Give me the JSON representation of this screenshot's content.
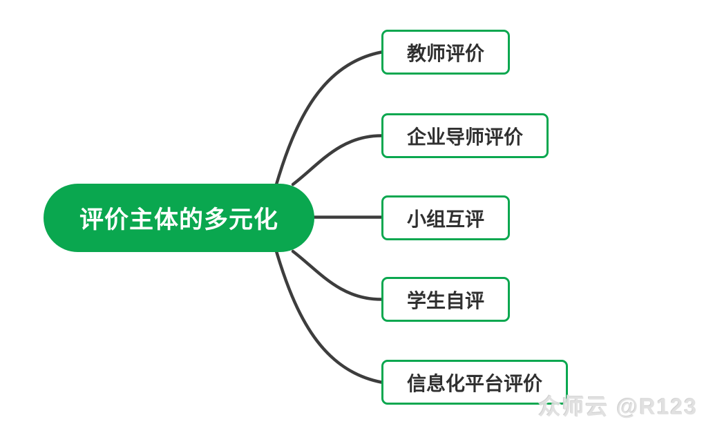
{
  "diagram": {
    "type": "mindmap",
    "root": {
      "label": "评价主体的多元化"
    },
    "children": [
      {
        "label": "教师评价"
      },
      {
        "label": "企业导师评价"
      },
      {
        "label": "小组互评"
      },
      {
        "label": "学生自评"
      },
      {
        "label": "信息化平台评价"
      }
    ]
  },
  "watermark": {
    "text": "众师云 @R123"
  },
  "colors": {
    "node_green": "#0aa74f",
    "connector_gray": "#3d3d3d",
    "branch_text": "#303030",
    "root_text": "#ffffff",
    "watermark_gray": "#e0e0e0",
    "background": "#ffffff"
  }
}
